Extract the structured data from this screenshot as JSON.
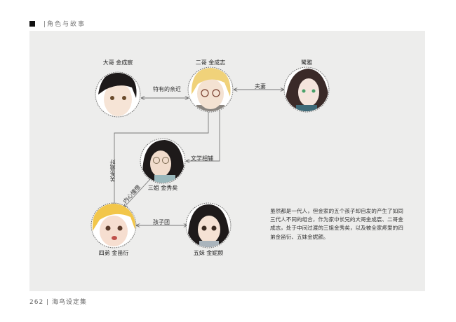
{
  "header": {
    "section": "|角色与故事"
  },
  "footer": {
    "page": "262",
    "book": "| 海鸟设定集"
  },
  "characters": [
    {
      "name": "大哥 金成宸"
    },
    {
      "name": "二哥 金成志"
    },
    {
      "name": "鹭雅"
    },
    {
      "name": "三姐 金秀矣"
    },
    {
      "name": "四弟 金甾衍"
    },
    {
      "name": "五妹 金妮颜"
    }
  ],
  "relations": {
    "eldest_second": "特有的亲近",
    "second_luya": "夫妻",
    "second_fourth": "关系最好",
    "second_third": "文学相辅",
    "third_fourth": "内心憧憬",
    "fourth_fifth": "孩子团"
  },
  "description": "虽然都是一代人，但金家的五个孩子却自发的产生了如同三代人不同的组合，作为家中长兄的大哥金成宸、二哥金成志，处于中间过渡的三姐金秀矣，以及被全家疼爱的四弟金甾衍、五妹金妮颜。"
}
